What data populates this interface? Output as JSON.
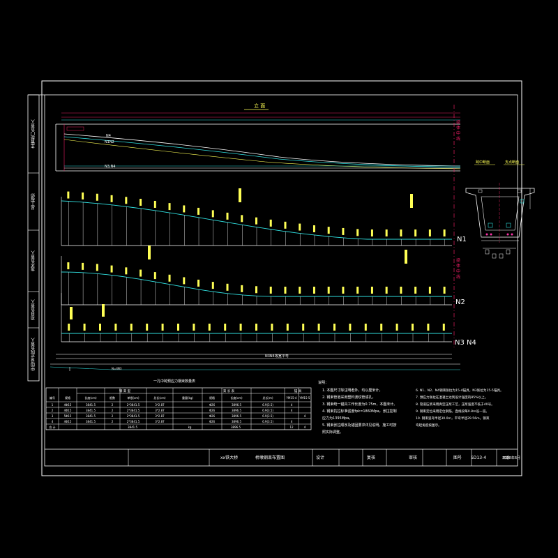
{
  "drawing": {
    "elevation_title": "立 面",
    "right_axis_mark": "梁 体 中 线",
    "top_labels": [
      "N4",
      "N1N2",
      "N3,N4"
    ],
    "profile_labels": [
      "N1",
      "N2",
      "N3 N4"
    ],
    "n3n4_bar_label": "N3N4等宽平弯",
    "n3_short_label": "N=4N3"
  },
  "sidebar": {
    "labels": [
      "主管部门负责人",
      "总工程师",
      "技术负责人",
      "项目负责人",
      "中国设计院负责人"
    ]
  },
  "section": {
    "titles": [
      "跨中断面",
      "支点断面"
    ]
  },
  "table": {
    "title": "一孔中跨预应力钢束数量表",
    "group_headers": [
      "钢 束 型",
      "束 长 表",
      "锚 具"
    ],
    "col_headers": [
      "编号",
      "规格",
      "长度(cm)",
      "根数",
      "单根(cm)",
      "总长(cm)",
      "重量(kg)",
      "规格",
      "长度(cm)",
      "总长(m)",
      "YM15-4",
      "YM15-5"
    ],
    "rows": [
      [
        "1",
        "4Φ15",
        "3841.5",
        "2",
        "2*3841.5",
        "3*2.87",
        "Φ26",
        "3896.5",
        "6.9(3.5)",
        "4",
        ""
      ],
      [
        "2",
        "4Φ15",
        "3841.5",
        "2",
        "2*3841.5",
        "3*2.87",
        "Φ26",
        "3896.5",
        "6.9(3.5)",
        "4",
        ""
      ],
      [
        "3",
        "5Φ15",
        "3841.5",
        "2",
        "2*3841.5",
        "3*2.87",
        "Φ26",
        "3896.5",
        "6.9(3.5)",
        "",
        "4"
      ],
      [
        "4",
        "4Φ15",
        "3841.5",
        "2",
        "2*3841.5",
        "3*2.87",
        "Φ26",
        "3896.5",
        "6.9(3.5)",
        "4",
        ""
      ]
    ],
    "total_label": "合 计",
    "totals": [
      "3841.5",
      "kg",
      "3896.5",
      "12",
      "4"
    ]
  },
  "notes": {
    "heading": "说明：",
    "left": [
      "1. 本图尺寸除注明者外，均以厘米计。",
      "2. 钢束管道采用塑料波纹管成孔。",
      "3. 钢束统一锚具工作长度为0.75m，本图未计。",
      "4. 钢束抗拉标准强度fpk=1860Mpa，张拉控制",
      "   应力为1395Mpa。",
      "5. 钢束张拉顺序及锚固要求详见说明，施工时按",
      "   照实际调整。"
    ],
    "right": [
      "6. N1、N2、N4钢束张拉为15-4锚具，N3张拉为15-5锚具。",
      "7. 预应力张拉在混凝土达到设计强度的85%以上。",
      "8. 管道压浆采用真空压浆工艺，压浆强度不低于40号。",
      "9. 钢束定位采用定位钢筋，直线段每0.8m设一道。",
      "10. 钢束竖弯半径30.0m，平弯半径29.56m，钢束",
      "    弯起角度按图示。"
    ]
  },
  "title_block": {
    "project": "xx铁大桥",
    "drawing_name": "桥墩钢束布置图",
    "design_label": "设计",
    "check_label": "复核",
    "review_label": "审核",
    "drawing_no_label": "图号",
    "drawing_no": "SD13-4",
    "date_label": "日期",
    "date": "2008年6月"
  },
  "colors": {
    "background": "#000000",
    "border": "#ffffff",
    "curves": "#ffffff",
    "verticals": "#d9d9d9",
    "dimension": "#e91e63",
    "cyan": "#30e0e0",
    "yellow": "#ffff55",
    "green": "#55ff55",
    "magenta": "#ff33aa"
  }
}
